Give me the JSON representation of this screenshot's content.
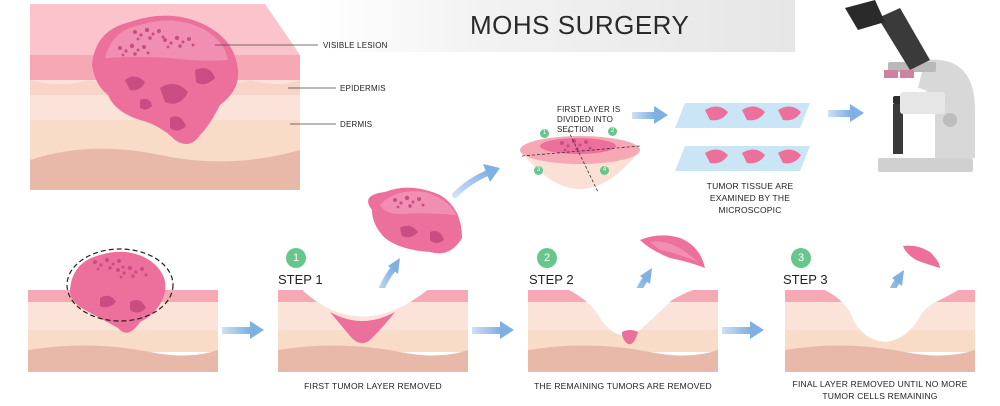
{
  "title": "MOHS SURGERY",
  "labels": {
    "visible_lesion": "VISIBLE LESION",
    "epidermis": "EPIDERMIS",
    "dermis": "DERMIS",
    "first_layer": "FIRST LAYER IS DIVIDED INTO SECTION",
    "examined": "TUMOR TISSUE ARE EXAMINED BY THE MICROSCOPIC"
  },
  "sections": [
    "1",
    "2",
    "3",
    "4"
  ],
  "steps": [
    {
      "number": "1",
      "label": "STEP 1",
      "caption": "FIRST TUMOR LAYER REMOVED"
    },
    {
      "number": "2",
      "label": "STEP 2",
      "caption": "THE REMAINING TUMORS ARE REMOVED"
    },
    {
      "number": "3",
      "label": "STEP 3",
      "caption": "FINAL LAYER REMOVED UNTIL NO MORE TUMOR CELLS REMAINING"
    }
  ],
  "colors": {
    "skin_top": "#f6a9b4",
    "skin_light": "#fbe0d6",
    "dermis": "#f8dcc8",
    "dermis_bottom": "#e8b8a8",
    "tumor": "#ec6f9c",
    "tumor_light": "#f18fb3",
    "tumor_spot": "#c94c82",
    "arrow": "#8fb8e6",
    "badge": "#67c68c",
    "glass": "#bfe0f5"
  }
}
